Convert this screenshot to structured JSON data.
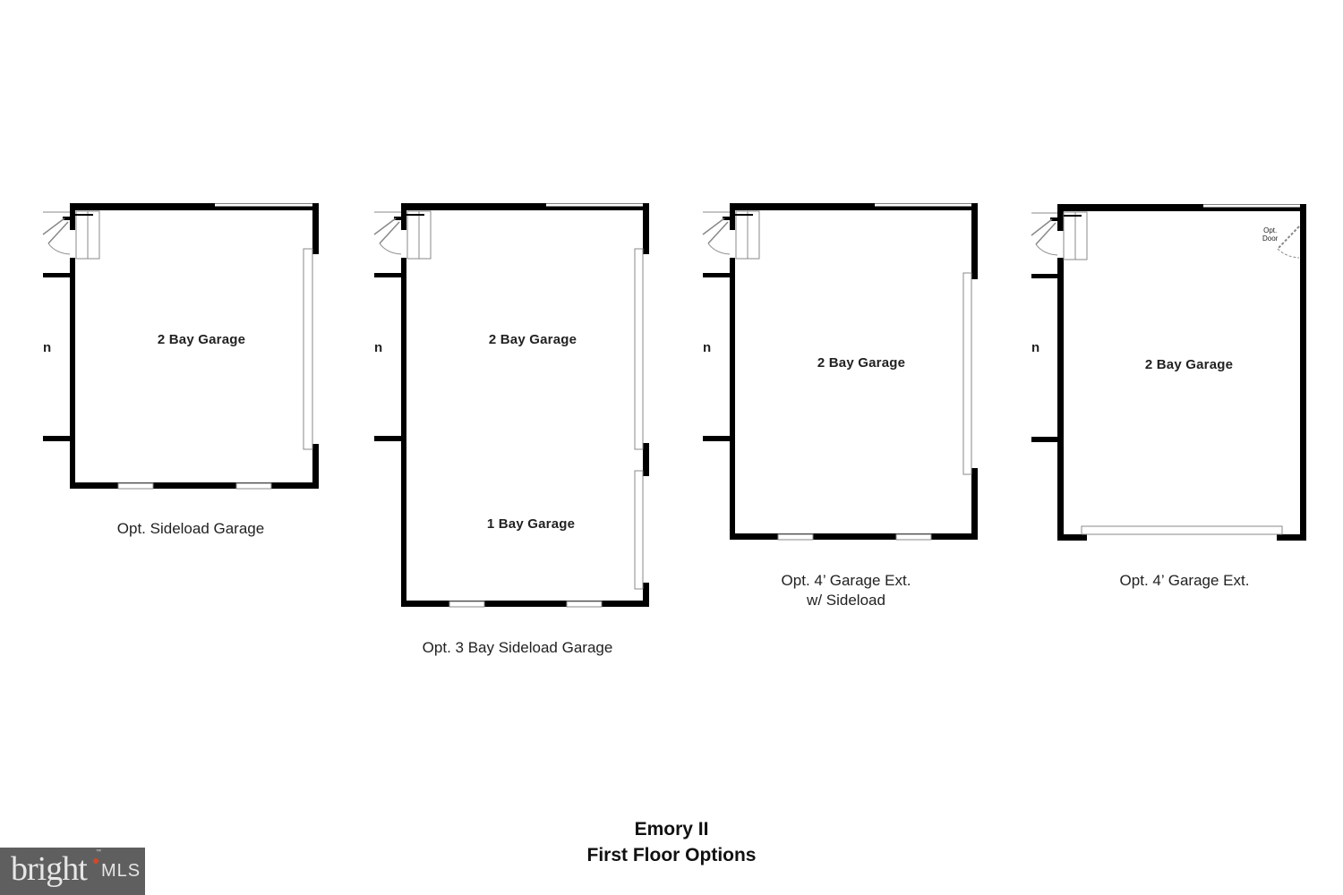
{
  "document": {
    "title_line1": "Emory II",
    "title_line2": "First Floor Options"
  },
  "plans": [
    {
      "id": "opt-sideload-garage",
      "caption": "Opt. Sideload Garage",
      "rooms": [
        "2 Bay Garage"
      ],
      "edge_text": "n"
    },
    {
      "id": "opt-3-bay-sideload-garage",
      "caption": "Opt. 3 Bay Sideload Garage",
      "rooms": [
        "2 Bay Garage",
        "1 Bay Garage"
      ],
      "edge_text": "n"
    },
    {
      "id": "opt-4-garage-ext-sideload",
      "caption_line1": "Opt. 4’ Garage Ext.",
      "caption_line2": "w/ Sideload",
      "rooms": [
        "2 Bay Garage"
      ],
      "edge_text": "n"
    },
    {
      "id": "opt-4-garage-ext",
      "caption": "Opt. 4’ Garage Ext.",
      "rooms": [
        "2 Bay Garage"
      ],
      "opt_door_line1": "Opt.",
      "opt_door_line2": "Door",
      "edge_text": "n"
    }
  ],
  "logo": {
    "brand": "bright",
    "suffix": "MLS",
    "trademark": "™",
    "background": "#5f5f5f",
    "accent": "#d3472a"
  },
  "colors": {
    "wall": "#000000",
    "thin_line": "#888888",
    "background": "#ffffff"
  }
}
